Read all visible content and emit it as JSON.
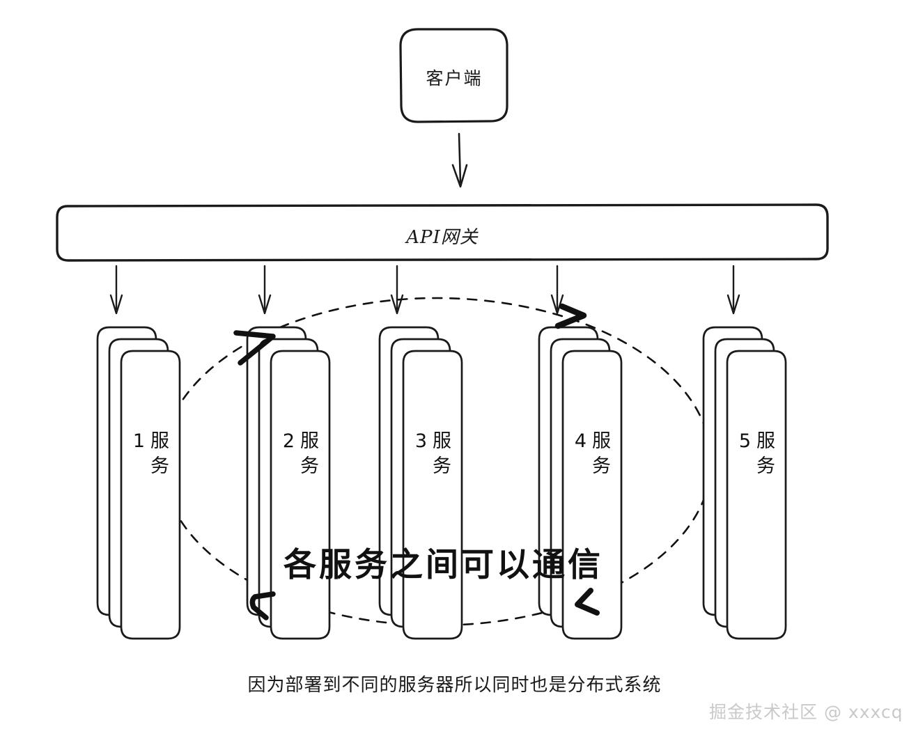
{
  "diagram": {
    "title_text": "",
    "colors": {
      "stroke": "#1a1a1a",
      "background": "#ffffff",
      "watermark": "#c9c9c9",
      "annotation": "#111111"
    },
    "client": {
      "label": "客户端"
    },
    "gateway": {
      "label": "API网关"
    },
    "services": [
      {
        "id": "service-1",
        "label": "服务 1",
        "line1": "服务",
        "line2": "1"
      },
      {
        "id": "service-2",
        "label": "服务 2",
        "line1": "服务",
        "line2": "2"
      },
      {
        "id": "service-3",
        "label": "服务 3",
        "line1": "服务",
        "line2": "3"
      },
      {
        "id": "service-4",
        "label": "服务 4",
        "line1": "服务",
        "line2": "4"
      },
      {
        "id": "service-5",
        "label": "服务 5",
        "line1": "服务",
        "line2": "5"
      }
    ],
    "annotations": {
      "ellipse_note": "各服务之间可以通信",
      "caption": "因为部署到不同的服务器所以同时也是分布式系统"
    },
    "watermark": "掘金技术社区 @ xxxcq",
    "icons": {
      "arrow_down": "arrow-down-icon",
      "hand_bracket_top_left": "hand-bracket-top-left-icon",
      "hand_bracket_bottom_left": "hand-bracket-bottom-left-icon",
      "hand_chevron_right": "hand-chevron-right-icon",
      "hand_chevron_left": "hand-chevron-left-icon",
      "dashed_ellipse": "dashed-ellipse-icon"
    }
  }
}
